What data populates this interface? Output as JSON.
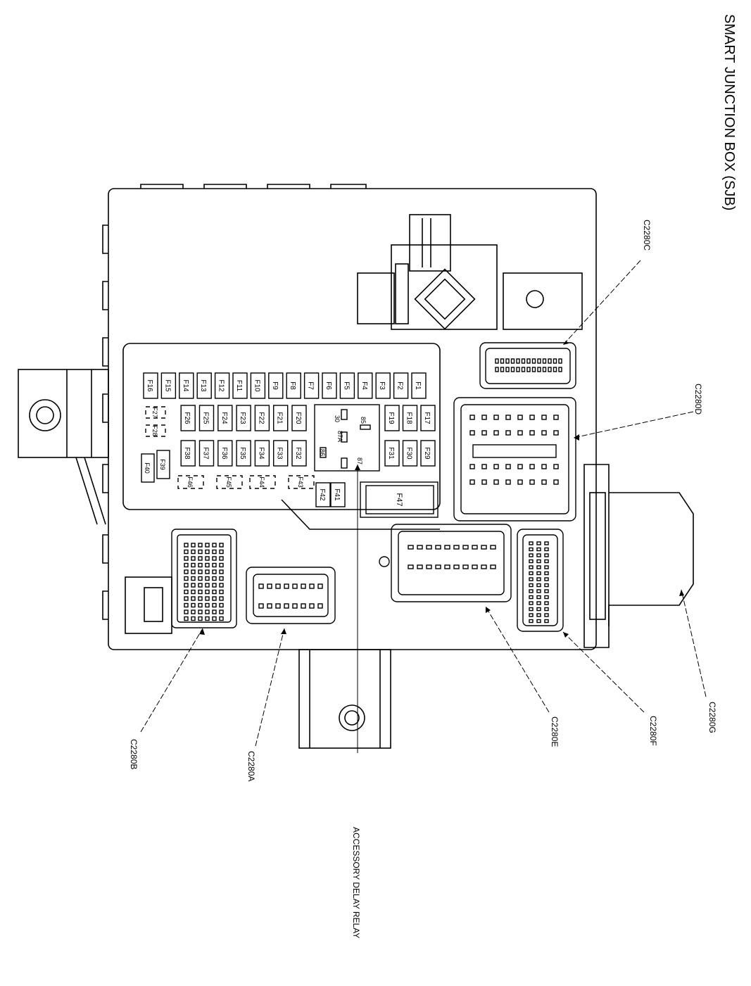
{
  "diagram": {
    "title": "SMART JUNCTION BOX (SJB)",
    "connectors": {
      "c2280a": "C2280A",
      "c2280b": "C2280B",
      "c2280c": "C2280C",
      "c2280d": "C2280D",
      "c2280e": "C2280E",
      "c2280f": "C2280F",
      "c2280g": "C2280G"
    },
    "relay_label": "ACCESSORY DELAY RELAY",
    "relay_pins": [
      "30",
      "85",
      "87A",
      "86",
      "87"
    ],
    "fuses": {
      "row1": [
        "F1",
        "F2",
        "F3",
        "F4",
        "F5",
        "F6",
        "F7",
        "F8",
        "F9",
        "F10",
        "F11",
        "F12",
        "F13",
        "F14",
        "F15",
        "F16"
      ],
      "row2_right": [
        "F17",
        "F18",
        "F19"
      ],
      "row2_left": [
        "F20",
        "F21",
        "F22",
        "F23",
        "F24",
        "F25",
        "F26"
      ],
      "row3_right": [
        "F29",
        "F30",
        "F31"
      ],
      "row3_left": [
        "F32",
        "F33",
        "F34",
        "F35",
        "F36",
        "F37",
        "F38"
      ],
      "small_pair_a": [
        "F27",
        "F28"
      ],
      "small_pair_b": [
        "F39",
        "F40"
      ],
      "row4": [
        "F41",
        "F42"
      ],
      "open_slots": [
        "F43",
        "F44",
        "F45",
        "F46"
      ],
      "large": "F47"
    }
  }
}
